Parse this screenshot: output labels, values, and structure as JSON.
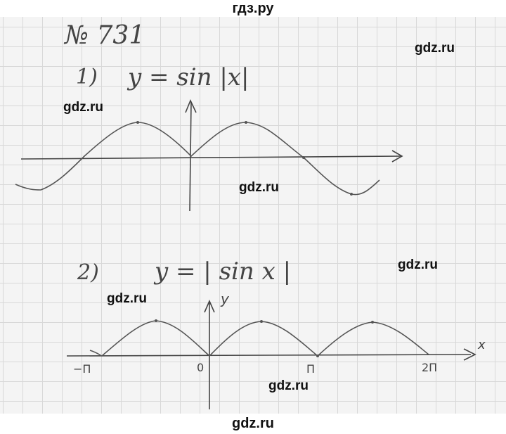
{
  "header": {
    "site": "гдз.ру"
  },
  "footer": {
    "site": "gdz.ru"
  },
  "watermarks": [
    "gdz.ru",
    "gdz.ru",
    "gdz.ru",
    "gdz.ru",
    "gdz.ru",
    "gdz.ru"
  ],
  "problem": {
    "number": "№ 731",
    "part1": {
      "label": "1)",
      "equation": "y = sin |x|"
    },
    "part2": {
      "label": "2)",
      "equation": "y = | sin x |",
      "axis_y": "y",
      "axis_x": "x",
      "ticks": [
        "−П",
        "0",
        "П",
        "2П"
      ]
    }
  }
}
